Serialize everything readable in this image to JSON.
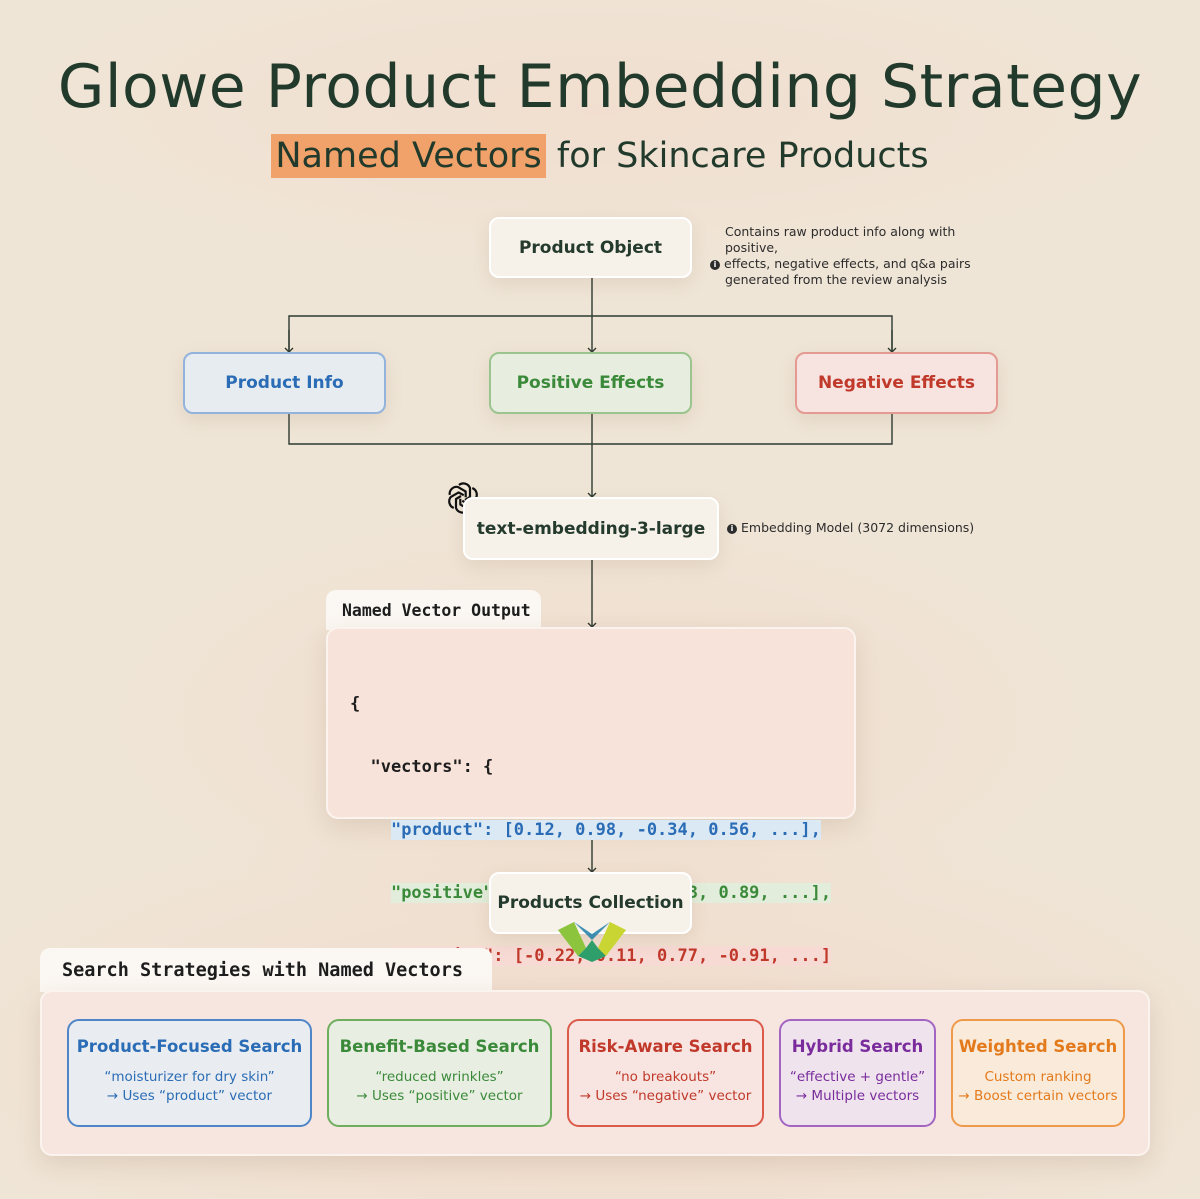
{
  "title": "Glowe Product Embedding Strategy",
  "subtitle": {
    "highlight": "Named Vectors",
    "rest": " for Skincare Products"
  },
  "product_object": {
    "label": "Product Object",
    "note_lines": [
      "Contains raw product info along with positive,",
      "effects, negative effects, and q&a pairs",
      "generated from the review analysis"
    ]
  },
  "branches": {
    "product_info": "Product Info",
    "positive_effects": "Positive Effects",
    "negative_effects": "Negative Effects"
  },
  "model": {
    "label": "text-embedding-3-large",
    "note": "Embedding Model (3072 dimensions)",
    "icon": "openai-logo-icon"
  },
  "output": {
    "tab_label": "Named Vector Output",
    "lines": {
      "open": "{",
      "vectors": "  \"vectors\": {",
      "product": "\"product\": [0.12, 0.98, -0.34, 0.56, ...],",
      "positive": "\"positive\": [0.45, 0.67, -0.23, 0.89, ...],",
      "negative": "\"negative\": [-0.22, 0.11, 0.77, -0.91, ...]",
      "inner_close": "  }",
      "close": "}"
    }
  },
  "collection": {
    "label": "Products Collection",
    "icon": "weaviate-logo-icon"
  },
  "strategies": {
    "tab_label": "Search Strategies with Named Vectors",
    "cards": [
      {
        "title": "Product-Focused Search",
        "example": "“moisturizer for dry skin”",
        "detail": "→ Uses “product” vector",
        "color": "#2a6cb5"
      },
      {
        "title": "Benefit-Based Search",
        "example": "“reduced wrinkles”",
        "detail": "→ Uses “positive” vector",
        "color": "#3a8a3a"
      },
      {
        "title": "Risk-Aware Search",
        "example": "“no breakouts”",
        "detail": "→ Uses “negative” vector",
        "color": "#c0392b"
      },
      {
        "title": "Hybrid Search",
        "example": "“effective + gentle”",
        "detail": "→ Multiple vectors",
        "color": "#7a2c9c"
      },
      {
        "title": "Weighted Search",
        "example": "Custom ranking",
        "detail": "→ Boost certain vectors",
        "color": "#e37a1c"
      }
    ]
  }
}
